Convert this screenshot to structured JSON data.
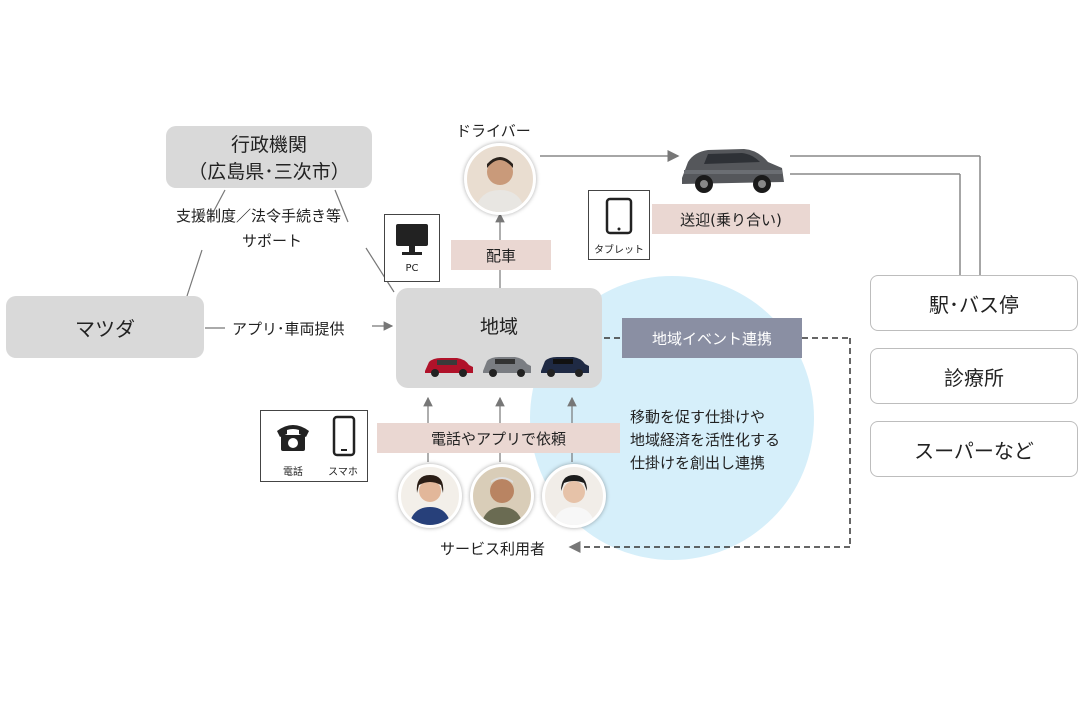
{
  "government": {
    "line1": "行政機関",
    "line2": "（広島県･三次市）"
  },
  "support": {
    "line1": "支援制度／法令手続き等",
    "line2": "サポート"
  },
  "mazda": {
    "label": "マツダ"
  },
  "provide_label": "アプリ･車両提供",
  "region": {
    "label": "地域"
  },
  "driver_label": "ドライバー",
  "dispatch_label": "配車",
  "pickup_label": "送迎(乗り合い)",
  "event_label": "地域イベント連携",
  "request_label": "電話やアプリで依頼",
  "users_label": "サービス利用者",
  "mechanism": {
    "line1": "移動を促す仕掛けや",
    "line2": "地域経済を活性化する",
    "line3": "仕掛けを創出し連携"
  },
  "places": [
    "駅･バス停",
    "診療所",
    "スーパーなど"
  ],
  "devices": {
    "pc": "PC",
    "tablet": "タブレット",
    "phone": "電話",
    "smartphone": "スマホ"
  },
  "colors": {
    "gray_box": "#d9d9d9",
    "pink_box": "#ead7d2",
    "event_box": "#8a8fa3",
    "circle": "#d6effa"
  }
}
